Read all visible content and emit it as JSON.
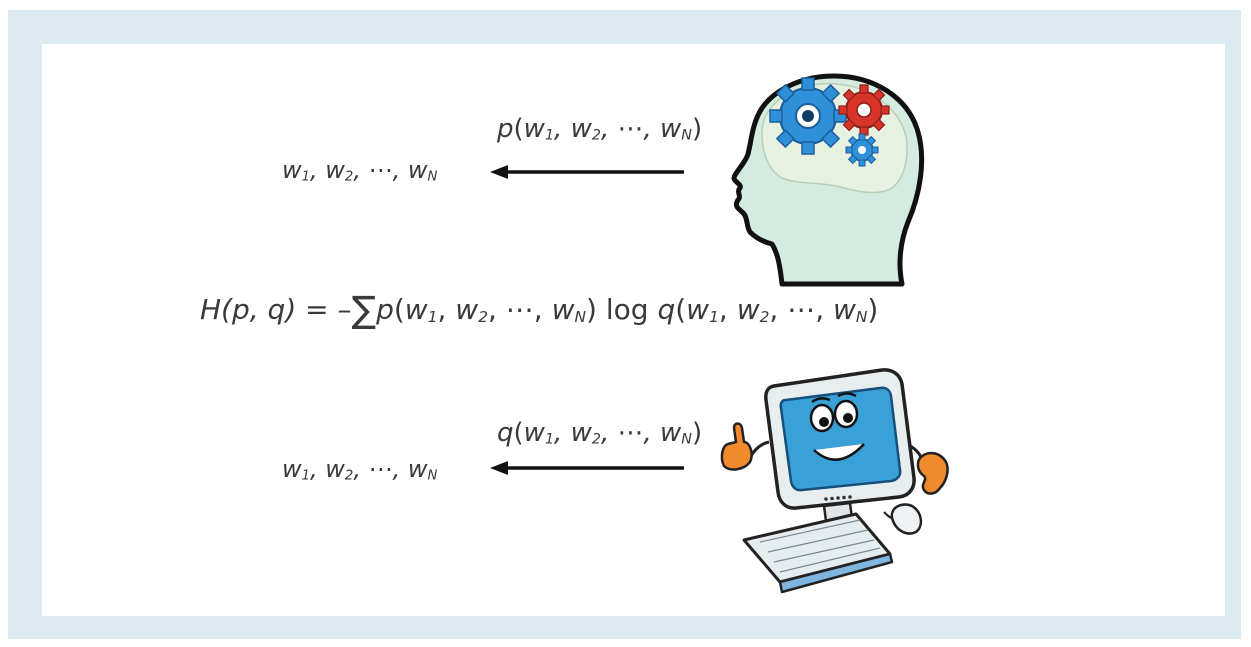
{
  "top": {
    "sequence": {
      "v1": "1",
      "v2": "2",
      "vN": "N"
    },
    "distribution": {
      "func": "p",
      "v1": "1",
      "v2": "2",
      "vN": "N"
    }
  },
  "bottom": {
    "sequence": {
      "v1": "1",
      "v2": "2",
      "vN": "N"
    },
    "distribution": {
      "func": "q",
      "v1": "1",
      "v2": "2",
      "vN": "N"
    }
  },
  "formula": {
    "lhs": "H(p, q)",
    "equals": "=",
    "minus": "–",
    "sum": "∑",
    "p_func": "p",
    "log": "log",
    "q_func": "q",
    "sub_1": "1",
    "sub_2": "2",
    "sub_N": "N"
  },
  "icons": {
    "head": "human-head-with-gears-icon",
    "computer": "cartoon-computer-icon"
  },
  "colors": {
    "frame": "#dceaf1",
    "head_fill": "#d4ece0",
    "gear_blue": "#2f8fd8",
    "gear_red": "#d8352a",
    "screen": "#3aa0d8",
    "hands": "#f08a2c"
  }
}
